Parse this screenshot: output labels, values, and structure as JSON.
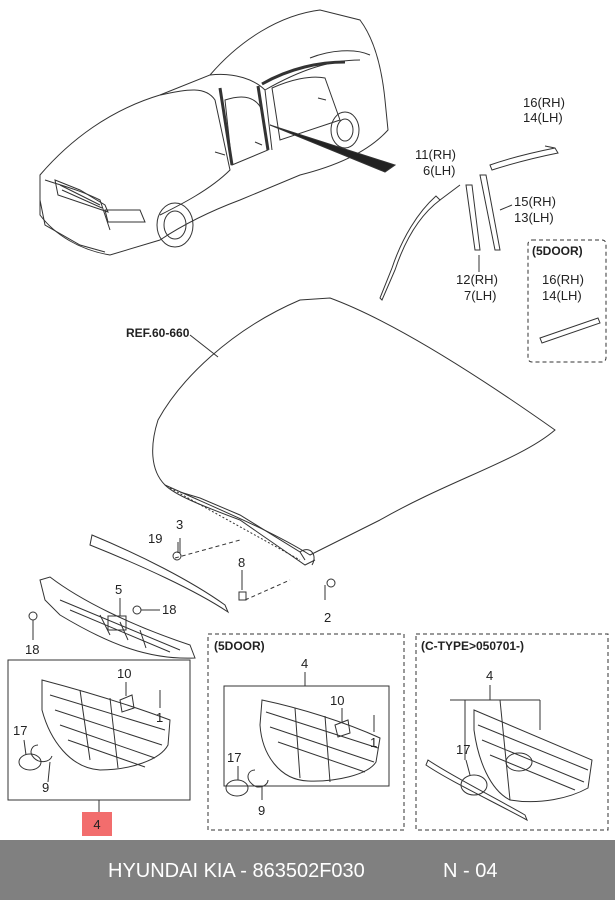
{
  "callouts": {
    "c16rh_top": "16(RH)",
    "c14lh_top": "14(LH)",
    "c11rh": "11(RH)",
    "c6lh": "6(LH)",
    "c15rh": "15(RH)",
    "c13lh": "13(LH)",
    "c12rh": "12(RH)",
    "c7lh": "7(LH)",
    "c16rh_box": "16(RH)",
    "c14lh_box": "14(LH)",
    "ref": "REF.60-660",
    "n3": "3",
    "n19": "19",
    "n8": "8",
    "n2": "2",
    "n5": "5",
    "n18a": "18",
    "n18b": "18",
    "n10": "10",
    "n1": "1",
    "n17": "17",
    "n9": "9",
    "n4_hl": "4",
    "p2_n4": "4",
    "p2_n10": "10",
    "p2_n1": "1",
    "p2_n17": "17",
    "p2_n9": "9",
    "p3_n4": "4",
    "p3_n17": "17"
  },
  "panels": {
    "door5_small": "(5DOOR)",
    "door5": "(5DOOR)",
    "ctype": "(C-TYPE>050701-)"
  },
  "footer": {
    "brand": "HYUNDAI  KIA - 863502F030",
    "code": "N - 04"
  },
  "colors": {
    "highlight": "#f26d6d",
    "footer_bg": "#808080",
    "line": "#333333"
  }
}
